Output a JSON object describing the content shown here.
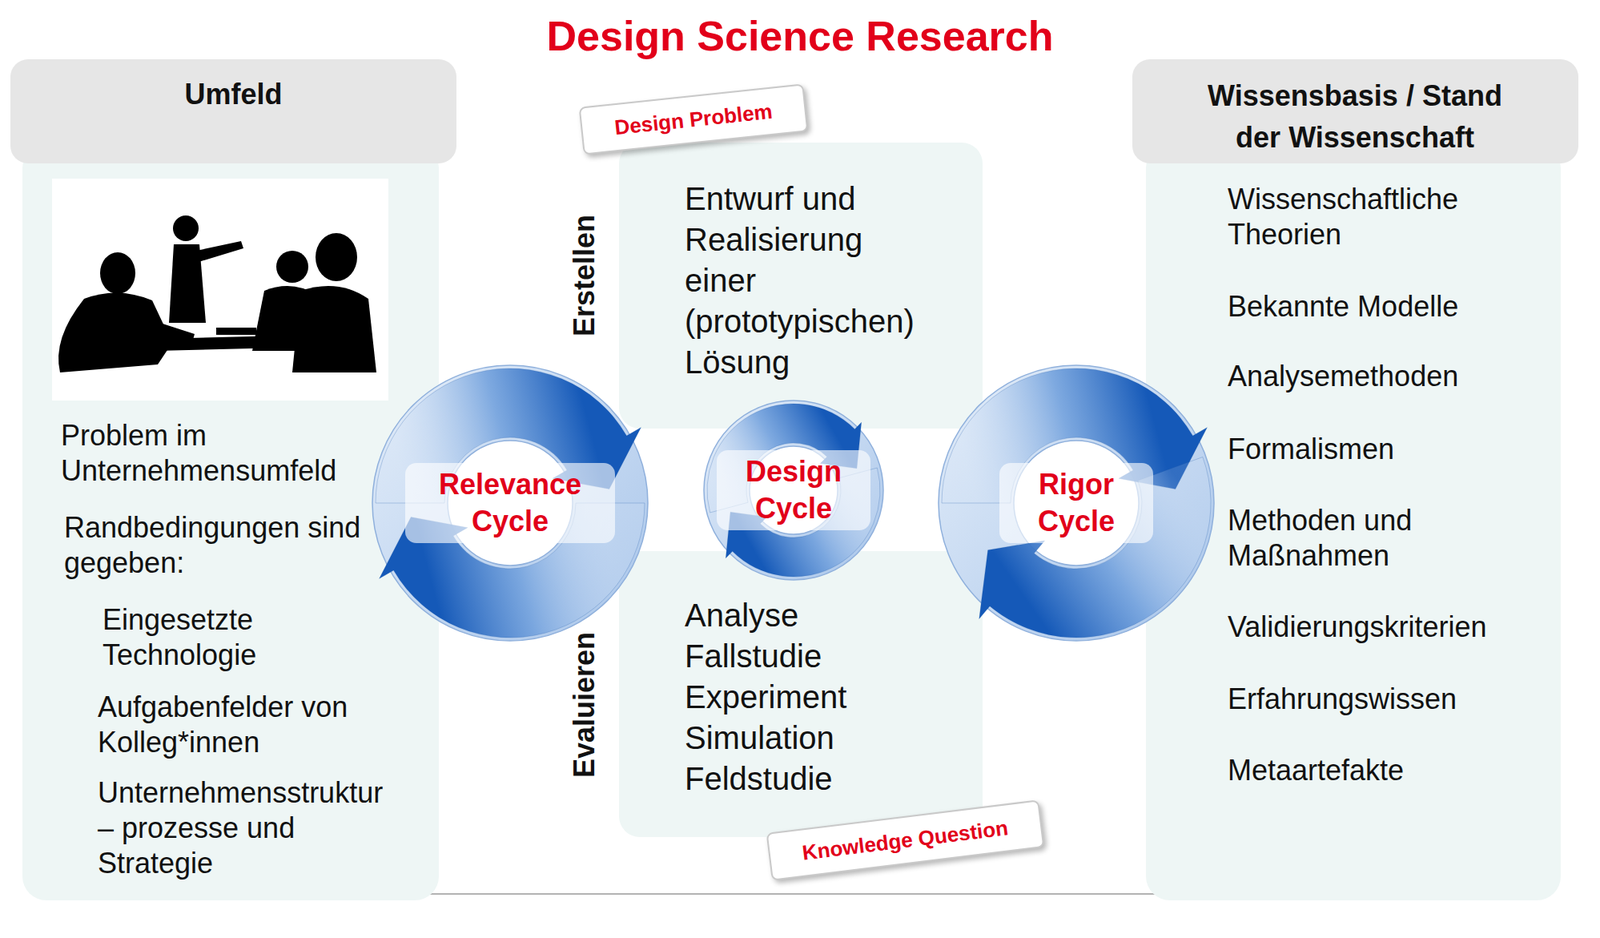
{
  "diagram": {
    "title": "Design Science Research",
    "nodes": [
      {
        "text": [
          "Umfeld",
          "Problem im Unternehmensumfeld",
          "Randbedingungen sind gegeben:",
          "Eingesetzte Technologie",
          "Aufgabenfelder von Kolleg*innen",
          "Unternehmensstruktur – prozesse und Strategie"
        ]
      },
      {
        "text": [
          "Relevance Cycle"
        ]
      },
      {
        "text": [
          "Design Problem"
        ]
      },
      {
        "text": [
          "Entwurf und Realisierung einer (prototypischen) Lösung",
          "Analyse",
          "Fallstudie",
          "Experiment",
          "Simulation",
          "Feldstudie"
        ]
      },
      {
        "text": [
          "Design Cycle"
        ],
        "in": 3
      },
      {
        "text": [
          "Rigor Cycle"
        ]
      },
      {
        "text": [
          "Wissensbasis / Stand der Wissenschaft",
          "Wissenschaftliche Theorien",
          "Bekannte Modelle",
          "Analysemethoden",
          "Formalismen",
          "Methoden und Maßnahmen",
          "Validierungskriterien",
          "Erfahrungswissen",
          "Metaartefakte"
        ]
      },
      {
        "text": [
          "Knowledge Question"
        ]
      }
    ],
    "labels": [
      "Erstellen",
      "Evaluieren"
    ]
  }
}
